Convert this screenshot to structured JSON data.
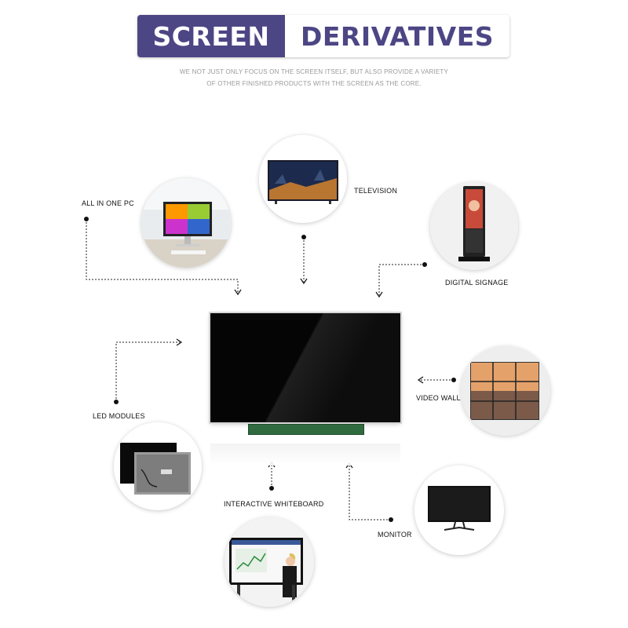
{
  "header": {
    "title_left": "SCREEN",
    "title_right": "DERIVATIVES",
    "subtitle_line1": "WE NOT JUST ONLY FOCUS ON THE SCREEN ITSELF, BUT ALSO PROVIDE A VARIETY",
    "subtitle_line2": "OF OTHER FINISHED PRODUCTS WITH THE  SCREEN AS THE CORE."
  },
  "products": {
    "all_in_one_pc": "ALL IN ONE PC",
    "television": "TELEVISION",
    "digital_signage": "DIGITAL SIGNAGE",
    "led_modules": "LED MODULES",
    "video_wall": "VIDEO WALL",
    "interactive_whiteboard": "INTERACTIVE WHITEBOARD",
    "monitor": "MONITOR"
  },
  "colors": {
    "brand": "#4c4685",
    "subtitle": "#9a9a9a"
  }
}
